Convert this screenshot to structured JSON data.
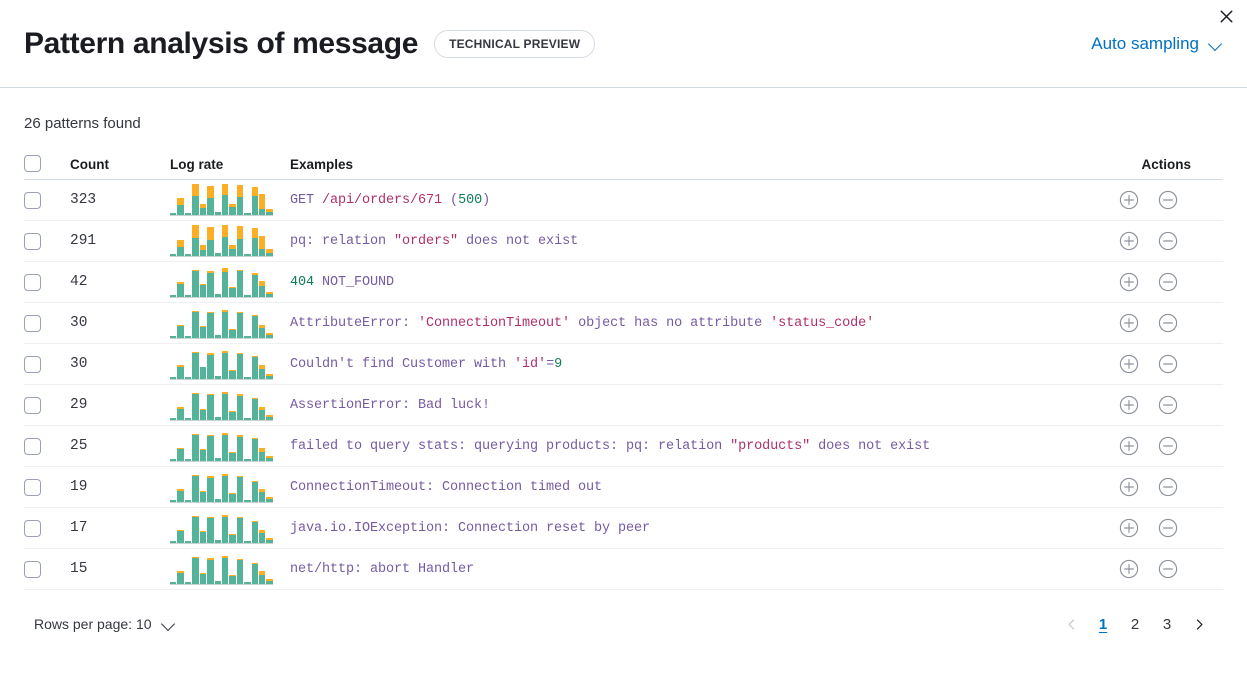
{
  "header": {
    "title": "Pattern analysis of message",
    "badge": "TECHNICAL PREVIEW",
    "sampling_label": "Auto sampling",
    "sampling_icon": "chevron-down-icon",
    "close_icon": "close-icon"
  },
  "summary": {
    "patterns_found": "26 patterns found"
  },
  "table": {
    "columns": {
      "select": "",
      "count": "Count",
      "log_rate": "Log rate",
      "examples": "Examples",
      "actions": "Actions"
    },
    "action_icons": {
      "add": "plus-in-circle-icon",
      "remove": "minus-in-circle-icon"
    },
    "rows": [
      {
        "count": "323",
        "example": "GET /api/orders/671 (500)",
        "tokens": [
          {
            "t": "GET ",
            "c": "plain"
          },
          {
            "t": "/api/orders/671",
            "c": "str"
          },
          {
            "t": " (",
            "c": "plain"
          },
          {
            "t": "500",
            "c": "num"
          },
          {
            "t": ")",
            "c": "plain"
          }
        ],
        "sparkline": [
          {
            "teal": 5,
            "orange": 0
          },
          {
            "teal": 30,
            "orange": 22
          },
          {
            "teal": 6,
            "orange": 0
          },
          {
            "teal": 58,
            "orange": 38
          },
          {
            "teal": 22,
            "orange": 14
          },
          {
            "teal": 52,
            "orange": 40
          },
          {
            "teal": 8,
            "orange": 0
          },
          {
            "teal": 62,
            "orange": 34
          },
          {
            "teal": 24,
            "orange": 10
          },
          {
            "teal": 55,
            "orange": 38
          },
          {
            "teal": 7,
            "orange": 0
          },
          {
            "teal": 58,
            "orange": 30
          },
          {
            "teal": 20,
            "orange": 46
          },
          {
            "teal": 10,
            "orange": 10
          }
        ]
      },
      {
        "count": "291",
        "example": "pq: relation \"orders\" does not exist",
        "tokens": [
          {
            "t": "pq: relation ",
            "c": "plain"
          },
          {
            "t": "\"orders\"",
            "c": "str"
          },
          {
            "t": " does not exist",
            "c": "plain"
          }
        ],
        "sparkline": [
          {
            "teal": 5,
            "orange": 0
          },
          {
            "teal": 28,
            "orange": 22
          },
          {
            "teal": 7,
            "orange": 0
          },
          {
            "teal": 56,
            "orange": 40
          },
          {
            "teal": 20,
            "orange": 14
          },
          {
            "teal": 50,
            "orange": 42
          },
          {
            "teal": 8,
            "orange": 0
          },
          {
            "teal": 60,
            "orange": 36
          },
          {
            "teal": 22,
            "orange": 11
          },
          {
            "teal": 54,
            "orange": 40
          },
          {
            "teal": 7,
            "orange": 0
          },
          {
            "teal": 56,
            "orange": 32
          },
          {
            "teal": 22,
            "orange": 42
          },
          {
            "teal": 10,
            "orange": 11
          }
        ]
      },
      {
        "count": "42",
        "example": "404 NOT_FOUND",
        "tokens": [
          {
            "t": "404",
            "c": "num"
          },
          {
            "t": " NOT_FOUND",
            "c": "plain"
          }
        ],
        "sparkline": [
          {
            "teal": 5,
            "orange": 0
          },
          {
            "teal": 40,
            "orange": 8
          },
          {
            "teal": 7,
            "orange": 0
          },
          {
            "teal": 80,
            "orange": 5
          },
          {
            "teal": 38,
            "orange": 4
          },
          {
            "teal": 76,
            "orange": 5
          },
          {
            "teal": 8,
            "orange": 0
          },
          {
            "teal": 78,
            "orange": 12
          },
          {
            "teal": 28,
            "orange": 4
          },
          {
            "teal": 80,
            "orange": 5
          },
          {
            "teal": 7,
            "orange": 0
          },
          {
            "teal": 70,
            "orange": 4
          },
          {
            "teal": 34,
            "orange": 16
          },
          {
            "teal": 8,
            "orange": 9
          }
        ]
      },
      {
        "count": "30",
        "example": "AttributeError: 'ConnectionTimeout' object has no attribute 'status_code'",
        "tokens": [
          {
            "t": "AttributeError: ",
            "c": "plain"
          },
          {
            "t": "'ConnectionTimeout'",
            "c": "str"
          },
          {
            "t": " object has no attribute ",
            "c": "plain"
          },
          {
            "t": "'status_code'",
            "c": "str"
          }
        ],
        "sparkline": [
          {
            "teal": 5,
            "orange": 0
          },
          {
            "teal": 36,
            "orange": 6
          },
          {
            "teal": 7,
            "orange": 0
          },
          {
            "teal": 80,
            "orange": 4
          },
          {
            "teal": 34,
            "orange": 3
          },
          {
            "teal": 78,
            "orange": 4
          },
          {
            "teal": 8,
            "orange": 0
          },
          {
            "teal": 80,
            "orange": 8
          },
          {
            "teal": 26,
            "orange": 3
          },
          {
            "teal": 78,
            "orange": 4
          },
          {
            "teal": 7,
            "orange": 0
          },
          {
            "teal": 68,
            "orange": 3
          },
          {
            "teal": 30,
            "orange": 12
          },
          {
            "teal": 8,
            "orange": 7
          }
        ]
      },
      {
        "count": "30",
        "example": "Couldn't find Customer with 'id'=9",
        "tokens": [
          {
            "t": "Couldn't find Customer with ",
            "c": "plain"
          },
          {
            "t": "'id'",
            "c": "str"
          },
          {
            "t": "=",
            "c": "plain"
          },
          {
            "t": "9",
            "c": "num"
          }
        ],
        "sparkline": [
          {
            "teal": 5,
            "orange": 0
          },
          {
            "teal": 38,
            "orange": 6
          },
          {
            "teal": 7,
            "orange": 0
          },
          {
            "teal": 80,
            "orange": 4
          },
          {
            "teal": 36,
            "orange": 3
          },
          {
            "teal": 76,
            "orange": 4
          },
          {
            "teal": 8,
            "orange": 0
          },
          {
            "teal": 82,
            "orange": 7
          },
          {
            "teal": 26,
            "orange": 3
          },
          {
            "teal": 78,
            "orange": 4
          },
          {
            "teal": 7,
            "orange": 0
          },
          {
            "teal": 70,
            "orange": 3
          },
          {
            "teal": 32,
            "orange": 13
          },
          {
            "teal": 9,
            "orange": 7
          }
        ]
      },
      {
        "count": "29",
        "example": "AssertionError: Bad luck!",
        "tokens": [
          {
            "t": "AssertionError: Bad luck!",
            "c": "plain"
          }
        ],
        "sparkline": [
          {
            "teal": 5,
            "orange": 0
          },
          {
            "teal": 34,
            "orange": 6
          },
          {
            "teal": 7,
            "orange": 0
          },
          {
            "teal": 80,
            "orange": 5
          },
          {
            "teal": 32,
            "orange": 3
          },
          {
            "teal": 78,
            "orange": 4
          },
          {
            "teal": 8,
            "orange": 0
          },
          {
            "teal": 80,
            "orange": 7
          },
          {
            "teal": 24,
            "orange": 3
          },
          {
            "teal": 76,
            "orange": 4
          },
          {
            "teal": 7,
            "orange": 0
          },
          {
            "teal": 66,
            "orange": 3
          },
          {
            "teal": 30,
            "orange": 12
          },
          {
            "teal": 8,
            "orange": 7
          }
        ]
      },
      {
        "count": "25",
        "example": "failed to query stats: querying products: pq: relation \"products\" does not exist",
        "tokens": [
          {
            "t": "failed to query stats: querying products: pq: relation ",
            "c": "plain"
          },
          {
            "t": "\"products\"",
            "c": "str"
          },
          {
            "t": " does not exist",
            "c": "plain"
          }
        ],
        "sparkline": [
          {
            "teal": 5,
            "orange": 0
          },
          {
            "teal": 36,
            "orange": 6
          },
          {
            "teal": 7,
            "orange": 0
          },
          {
            "teal": 80,
            "orange": 4
          },
          {
            "teal": 34,
            "orange": 3
          },
          {
            "teal": 78,
            "orange": 4
          },
          {
            "teal": 8,
            "orange": 0
          },
          {
            "teal": 80,
            "orange": 8
          },
          {
            "teal": 26,
            "orange": 3
          },
          {
            "teal": 76,
            "orange": 4
          },
          {
            "teal": 7,
            "orange": 0
          },
          {
            "teal": 68,
            "orange": 3
          },
          {
            "teal": 28,
            "orange": 12
          },
          {
            "teal": 9,
            "orange": 7
          }
        ]
      },
      {
        "count": "19",
        "example": "ConnectionTimeout: Connection timed out",
        "tokens": [
          {
            "t": "ConnectionTimeout: Connection timed out",
            "c": "plain"
          }
        ],
        "sparkline": [
          {
            "teal": 5,
            "orange": 0
          },
          {
            "teal": 34,
            "orange": 6
          },
          {
            "teal": 7,
            "orange": 0
          },
          {
            "teal": 82,
            "orange": 4
          },
          {
            "teal": 32,
            "orange": 3
          },
          {
            "teal": 76,
            "orange": 4
          },
          {
            "teal": 8,
            "orange": 0
          },
          {
            "teal": 80,
            "orange": 7
          },
          {
            "teal": 24,
            "orange": 3
          },
          {
            "teal": 78,
            "orange": 4
          },
          {
            "teal": 7,
            "orange": 0
          },
          {
            "teal": 64,
            "orange": 3
          },
          {
            "teal": 30,
            "orange": 11
          },
          {
            "teal": 8,
            "orange": 7
          }
        ]
      },
      {
        "count": "17",
        "example": "java.io.IOException: Connection reset by peer",
        "tokens": [
          {
            "t": "java.io.IOException: Connection reset by peer",
            "c": "plain"
          }
        ],
        "sparkline": [
          {
            "teal": 5,
            "orange": 0
          },
          {
            "teal": 36,
            "orange": 6
          },
          {
            "teal": 7,
            "orange": 0
          },
          {
            "teal": 80,
            "orange": 4
          },
          {
            "teal": 34,
            "orange": 3
          },
          {
            "teal": 78,
            "orange": 4
          },
          {
            "teal": 8,
            "orange": 0
          },
          {
            "teal": 80,
            "orange": 8
          },
          {
            "teal": 26,
            "orange": 3
          },
          {
            "teal": 78,
            "orange": 4
          },
          {
            "teal": 7,
            "orange": 0
          },
          {
            "teal": 66,
            "orange": 3
          },
          {
            "teal": 30,
            "orange": 12
          },
          {
            "teal": 9,
            "orange": 7
          }
        ]
      },
      {
        "count": "15",
        "example": "net/http: abort Handler",
        "tokens": [
          {
            "t": "net/http: abort Handler",
            "c": "plain"
          }
        ],
        "sparkline": [
          {
            "teal": 5,
            "orange": 0
          },
          {
            "teal": 34,
            "orange": 7
          },
          {
            "teal": 7,
            "orange": 0
          },
          {
            "teal": 80,
            "orange": 5
          },
          {
            "teal": 32,
            "orange": 3
          },
          {
            "teal": 76,
            "orange": 5
          },
          {
            "teal": 8,
            "orange": 0
          },
          {
            "teal": 80,
            "orange": 8
          },
          {
            "teal": 24,
            "orange": 3
          },
          {
            "teal": 74,
            "orange": 5
          },
          {
            "teal": 7,
            "orange": 0
          },
          {
            "teal": 62,
            "orange": 3
          },
          {
            "teal": 28,
            "orange": 12
          },
          {
            "teal": 8,
            "orange": 8
          }
        ]
      }
    ]
  },
  "footer": {
    "rows_per_page_label": "Rows per page: 10",
    "rows_per_page_icon": "chevron-down-icon",
    "prev_icon": "chevron-left-icon",
    "next_icon": "chevron-right-icon",
    "pages": [
      "1",
      "2",
      "3"
    ],
    "active_page": "1"
  },
  "colors": {
    "accent_link": "#0071c2",
    "bar_teal": "#54b399",
    "bar_orange": "#fcaf24",
    "token_plain": "#765ba3",
    "token_string": "#b0306d",
    "token_number": "#137a5c",
    "border": "#d3dae6"
  }
}
